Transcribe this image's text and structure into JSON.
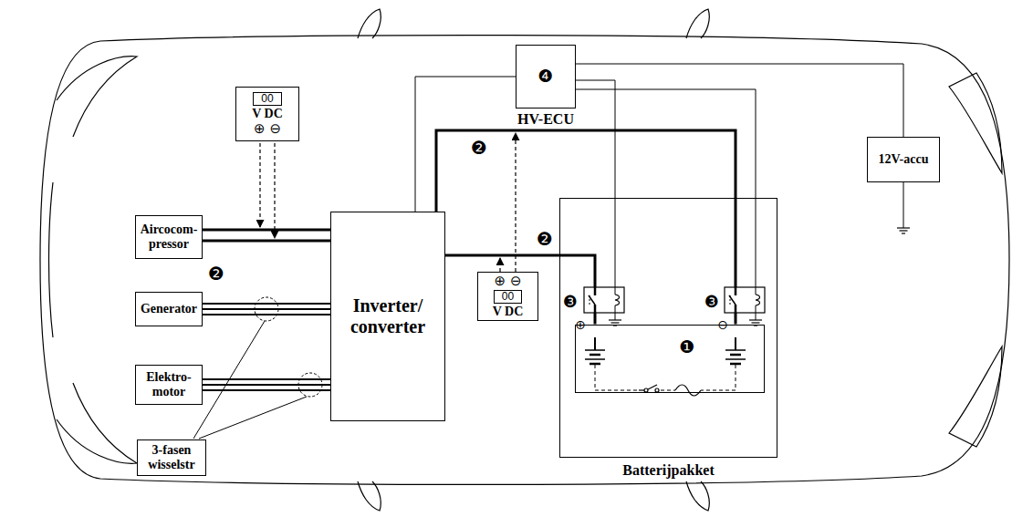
{
  "diagram": {
    "nodes": [
      {
        "text": [
          "❹",
          "HV-ECU"
        ]
      },
      {
        "text": [
          "12V-accu"
        ]
      },
      {
        "text": [
          "00",
          "V DC",
          "⊕ ⊖"
        ]
      },
      {
        "text": [
          "Aircocom- pressor"
        ]
      },
      {
        "text": [
          "Inverter/ converter"
        ]
      },
      {
        "text": [
          "Generator"
        ]
      },
      {
        "text": [
          "Batterijpakket"
        ]
      },
      {
        "text": [
          "❶"
        ],
        "in": 6
      },
      {
        "text": [
          "⊕ ⊖",
          "00",
          "V DC"
        ]
      },
      {
        "text": [
          "Elektro- motor"
        ]
      },
      {
        "text": [
          "3-fasen wisselstr"
        ]
      }
    ],
    "edges": [
      {
        "from": 3,
        "to": 4,
        "arrow": "none"
      },
      {
        "from": 5,
        "to": 4,
        "arrow": "none"
      },
      {
        "from": 9,
        "to": 4,
        "arrow": "none"
      },
      {
        "from": 4,
        "to": 7,
        "arrow": "none"
      },
      {
        "from": 4,
        "to": 7,
        "arrow": "none"
      },
      {
        "from": 0,
        "to": 4,
        "arrow": "none"
      },
      {
        "from": 0,
        "to": 1,
        "arrow": "none"
      }
    ],
    "labels": [
      "❷",
      "❷",
      "❷",
      "❸",
      "❸",
      "⊕",
      "⊖"
    ]
  }
}
